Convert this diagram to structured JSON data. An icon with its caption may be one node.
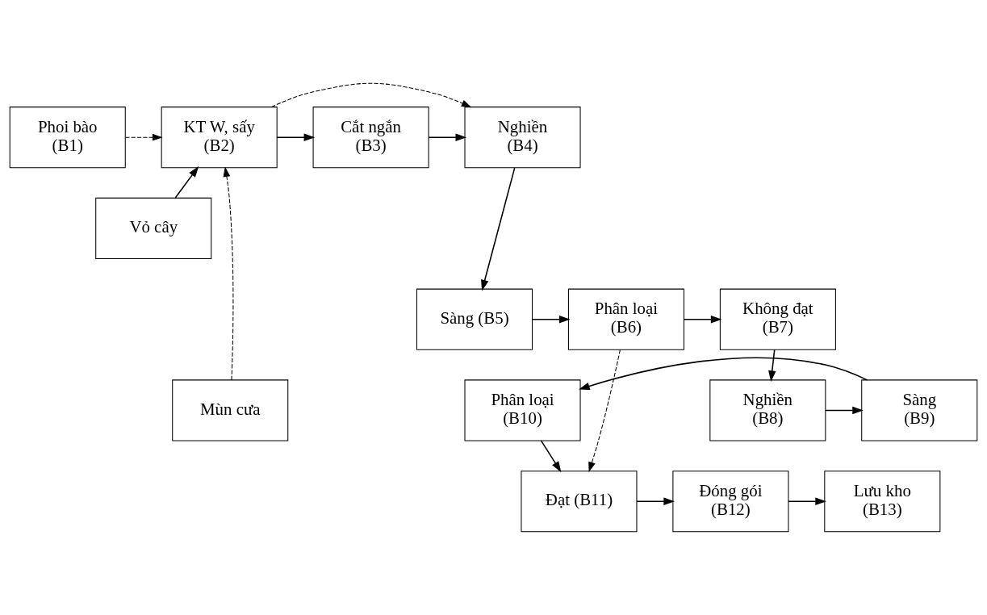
{
  "diagram": {
    "nodes": [
      {
        "text": [
          "Phoi bào",
          "(B1)"
        ]
      },
      {
        "text": [
          "Vỏ cây"
        ]
      },
      {
        "text": [
          "Mùn cưa"
        ]
      },
      {
        "text": [
          "KT W, sấy",
          "(B2)"
        ]
      },
      {
        "text": [
          "Cắt ngắn",
          "(B3)"
        ]
      },
      {
        "text": [
          "Nghiền",
          "(B4)"
        ]
      },
      {
        "text": [
          "Sàng (B5)"
        ]
      },
      {
        "text": [
          "Phân loại",
          "(B6)"
        ]
      },
      {
        "text": [
          "Không đạt",
          "(B7)"
        ]
      },
      {
        "text": [
          "Nghiền",
          "(B8)"
        ]
      },
      {
        "text": [
          "Sàng",
          "(B9)"
        ]
      },
      {
        "text": [
          "Phân loại",
          "(B10)"
        ]
      },
      {
        "text": [
          "Đạt (B11)"
        ]
      },
      {
        "text": [
          "Đóng gói",
          "(B12)"
        ]
      },
      {
        "text": [
          "Lưu kho",
          "(B13)"
        ]
      }
    ],
    "edges": [
      {
        "from": 0,
        "to": 3,
        "arrow": "to",
        "style": "dashed"
      },
      {
        "from": 1,
        "to": 3,
        "arrow": "to"
      },
      {
        "from": 2,
        "to": 3,
        "arrow": "to",
        "style": "dashed"
      },
      {
        "from": 3,
        "to": 4,
        "arrow": "to"
      },
      {
        "from": 3,
        "to": 5,
        "arrow": "to",
        "style": "dashed"
      },
      {
        "from": 4,
        "to": 5,
        "arrow": "to"
      },
      {
        "from": 5,
        "to": 6,
        "arrow": "to"
      },
      {
        "from": 6,
        "to": 7,
        "arrow": "to"
      },
      {
        "from": 7,
        "to": 8,
        "arrow": "to"
      },
      {
        "from": 7,
        "to": 12,
        "arrow": "to",
        "style": "dashed"
      },
      {
        "from": 8,
        "to": 9,
        "arrow": "to"
      },
      {
        "from": 9,
        "to": 10,
        "arrow": "to"
      },
      {
        "from": 10,
        "to": 11,
        "arrow": "to"
      },
      {
        "from": 11,
        "to": 12,
        "arrow": "to"
      },
      {
        "from": 12,
        "to": 13,
        "arrow": "to"
      },
      {
        "from": 13,
        "to": 14,
        "arrow": "to"
      }
    ]
  }
}
